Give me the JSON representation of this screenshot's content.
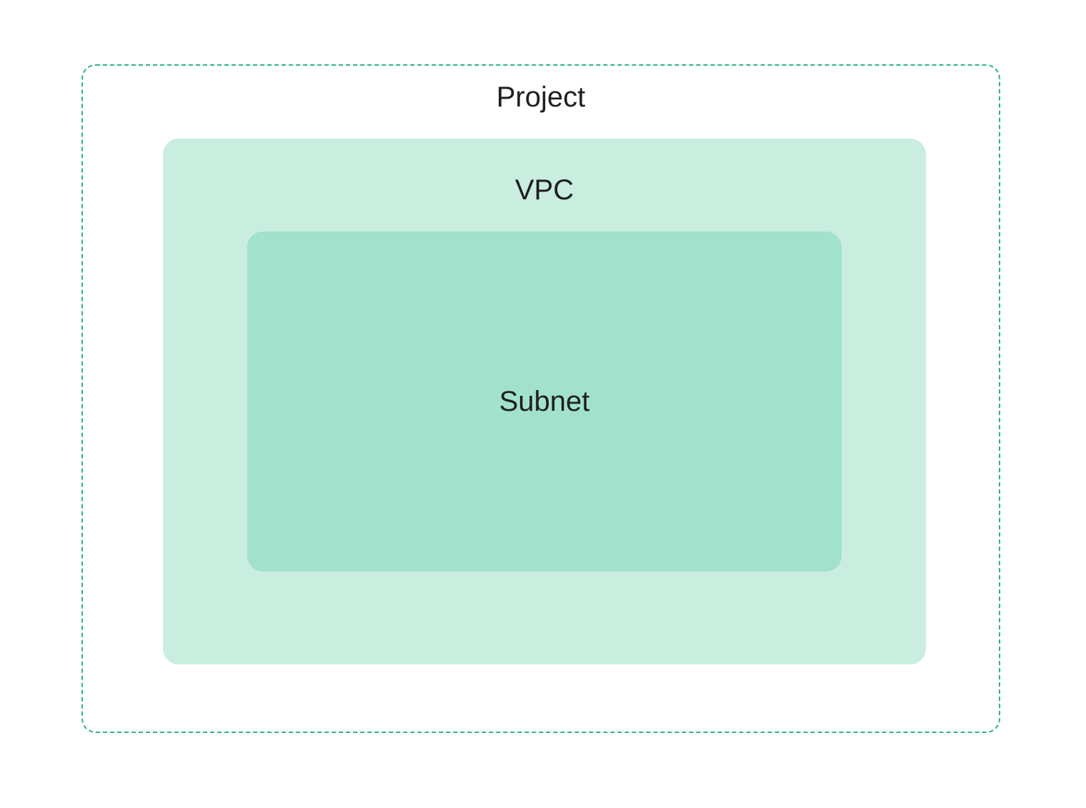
{
  "diagram": {
    "project": {
      "label": "Project"
    },
    "vpc": {
      "label": "VPC"
    },
    "subnet": {
      "label": "Subnet"
    }
  },
  "colors": {
    "project_border": "#2db57e",
    "vpc_fill": "#c9eee0",
    "subnet_fill": "#a2e2cc",
    "text": "#1f1f1f"
  }
}
